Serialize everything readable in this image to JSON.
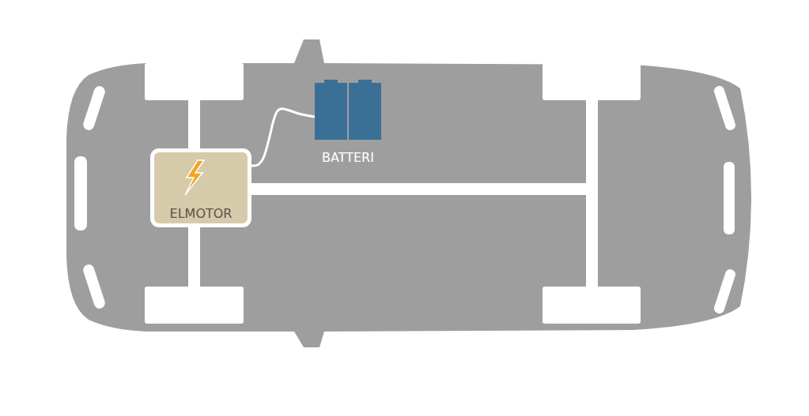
{
  "diagram": {
    "nodes": [
      {
        "text": [
          "BATTERI"
        ]
      },
      {
        "text": [
          "ELMOTOR"
        ]
      }
    ],
    "edges": [
      {
        "from": 1,
        "to": 0,
        "arrow": "none"
      }
    ]
  }
}
